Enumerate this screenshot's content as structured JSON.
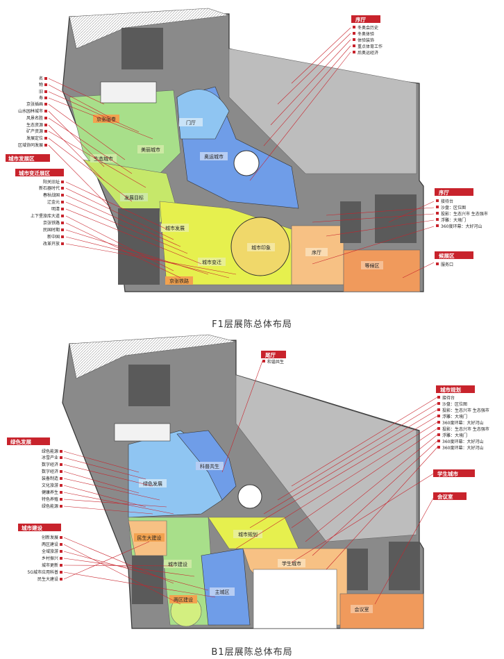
{
  "f1": {
    "caption": "F1层展陈总体布局",
    "rooms": {
      "gate": "门厅",
      "city_memory": "城市印象",
      "city_change": "城市变迁",
      "jingzhang": "京张铁路",
      "city_dev": "城市发展",
      "dev_goal": "发展目标",
      "eco_city": "生态城市",
      "beauty_city": "美丽城市",
      "olympic_city": "奥运城市",
      "beauty_text": "京张画卷",
      "prelude": "序厅",
      "waiting": "等候区"
    },
    "groups": [
      {
        "title": "序厅",
        "items": [
          "冬奥会历史",
          "冬奥体验",
          "体验装饰",
          "重点体育工作",
          "后奥运经济"
        ]
      },
      {
        "title": "城市发展区",
        "items": [
          "名",
          "物",
          "旧",
          "寿",
          "京张插画",
          "山水园林城市",
          "风景名胜",
          "生态资源",
          "矿产资源",
          "发展定位",
          "区域协同发展"
        ]
      },
      {
        "title": "城市变迁展区",
        "items": [
          "阳关旧址",
          "新石器时代",
          "春秋战国",
          "辽金元",
          "明清",
          "上下堡旅库大道",
          "京张铁路",
          "民国时期",
          "新中国",
          "改革开放"
        ]
      },
      {
        "title": "序厅",
        "items": [
          "接待台",
          "沙盘：区位图",
          "投影：生态兴市 生态强市",
          "浮雕：大境门",
          "360度环幕：大好河山"
        ]
      },
      {
        "title": "候展区",
        "items": [
          "服务口"
        ]
      }
    ]
  },
  "b1": {
    "caption": "B1层展陈总体布局",
    "rooms": {
      "green_dev": "绿色发展",
      "science": "科普共生",
      "people": "民生大建设",
      "city_build": "城市建设",
      "city_plan": "城市规划",
      "two_build": "两区建设",
      "main_area": "主城区",
      "student": "学生城市",
      "meeting": "会议室"
    },
    "groups": [
      {
        "title": "尾厅",
        "items": [
          "和谐共生"
        ]
      },
      {
        "title": "城市规划",
        "items": [
          "接待台",
          "沙盘：区位图",
          "投影：生态兴市 生态强市",
          "浮雕：大境门",
          "360度环幕：大好河山",
          "投影：生态兴市 生态强市",
          "浮雕：大境门",
          "360度环幕：大好河山",
          "360度环幕：大好河山"
        ]
      },
      {
        "title": "学生城市",
        "items": []
      },
      {
        "title": "会议室",
        "items": []
      },
      {
        "title": "绿色发展",
        "items": [
          "绿色能源",
          "冰雪产业",
          "数字经济",
          "数字经济",
          "装备制造",
          "文化旅游",
          "健康养生",
          "特色养殖",
          "绿色能源"
        ]
      },
      {
        "title": "城市建设",
        "items": [
          "创新发展",
          "两区建设",
          "全域旅游",
          "乡村振兴",
          "城市更新",
          "5G城市应用科普",
          "民生大建设"
        ]
      }
    ]
  }
}
